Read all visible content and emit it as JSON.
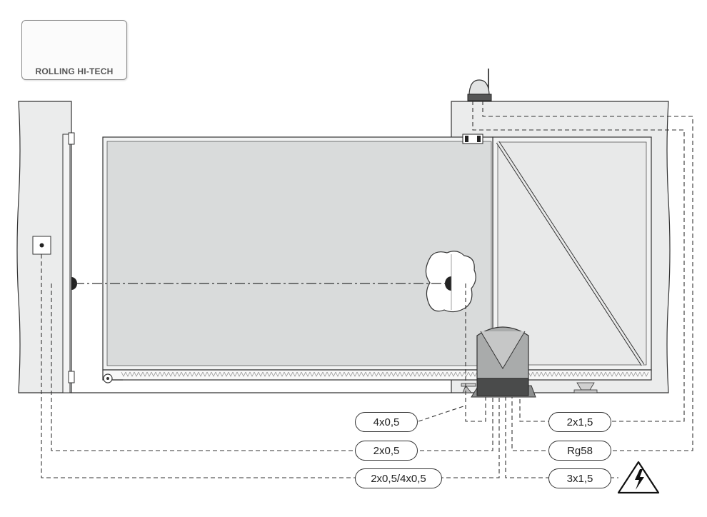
{
  "brand": {
    "name": "ROLLING HI-TECH",
    "gold": "#c28a2e",
    "grey": "#6f7378"
  },
  "cables": {
    "c1": "4x0,5",
    "c2": "2x0,5",
    "c3": "2x0,5/4x0,5",
    "c4": "2x1,5",
    "c5": "Rg58",
    "c6": "3x1,5"
  },
  "icons": {
    "logo": "brand-logo-icon",
    "warning": "high-voltage-warning-icon",
    "lamp": "flashing-lamp-icon",
    "photocell": "photocell-icon"
  },
  "colors": {
    "gate_fill": "#d9dbdb",
    "post_fill": "#ebecec",
    "outline": "#333333",
    "motor": "#a9abab"
  }
}
